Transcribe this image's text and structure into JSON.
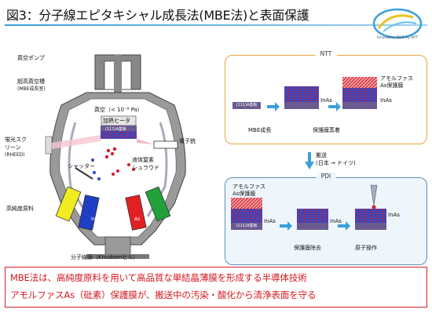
{
  "title": "図3：分子線エピタキシャル成長法(MBE法)と表面保護",
  "logo": {
    "caption": "Innovative R&D by NTT"
  },
  "chamber": {
    "vacuum_pump": "真空ポンプ",
    "uhv_chamber": "超高真空槽",
    "uhv_chamber_sub": "(MBE成長室)",
    "vacuum_pressure": "真空（< 10⁻⁸ Pa）",
    "heater": "加熱ヒータ",
    "substrate": "(111)A基板",
    "rheed_screen_1": "蛍光スク",
    "rheed_screen_2": "リーン",
    "rheed_screen_3": "(RHEED)",
    "electron_gun": "電子銃",
    "shutter": "シャッター",
    "ln2_1": "液体窒素",
    "ln2_2": "シュラウド",
    "source_material": "高純度原料",
    "cell_in": "In",
    "cell_as": "As",
    "molecular_beam_source": "分子線源（Knudsenセル）"
  },
  "ntt_panel": {
    "tag": "NTT",
    "substrate": "(111)A基板",
    "inas_1": "InAs",
    "inas_2": "InAs",
    "amorphous_1": "アモルファス",
    "amorphous_2": "As保護膜",
    "step_growth": "MBE成長",
    "step_deposit": "保護膜蒸着"
  },
  "transport": {
    "label": "搬送",
    "route": "(日本 → ドイツ)"
  },
  "pdi_panel": {
    "tag": "PDI",
    "substrate": "(111)A基板",
    "amorphous_1": "アモルファス",
    "amorphous_2": "As保護膜",
    "inas_1": "InAs",
    "inas_2": "InAs",
    "inas_3": "InAs",
    "step_remove": "保護膜除去",
    "step_atomic": "原子操作"
  },
  "note": {
    "line1": "MBE法は、高純度原料を用いて高品質な単結晶薄膜を形成する半導体技術",
    "line2": "アモルファスAs（砒素）保護膜が、搬送中の汚染・酸化から清浄表面を守る"
  },
  "colors": {
    "accent_blue": "#3aa0d8",
    "note_red": "#d31a22",
    "ntt_border": "#e8a53d",
    "pdi_border": "#5b8fb7",
    "inas_blue": "#2f49c9",
    "inas_red": "#d11f2c",
    "substrate_purple": "#6b5a8f"
  }
}
